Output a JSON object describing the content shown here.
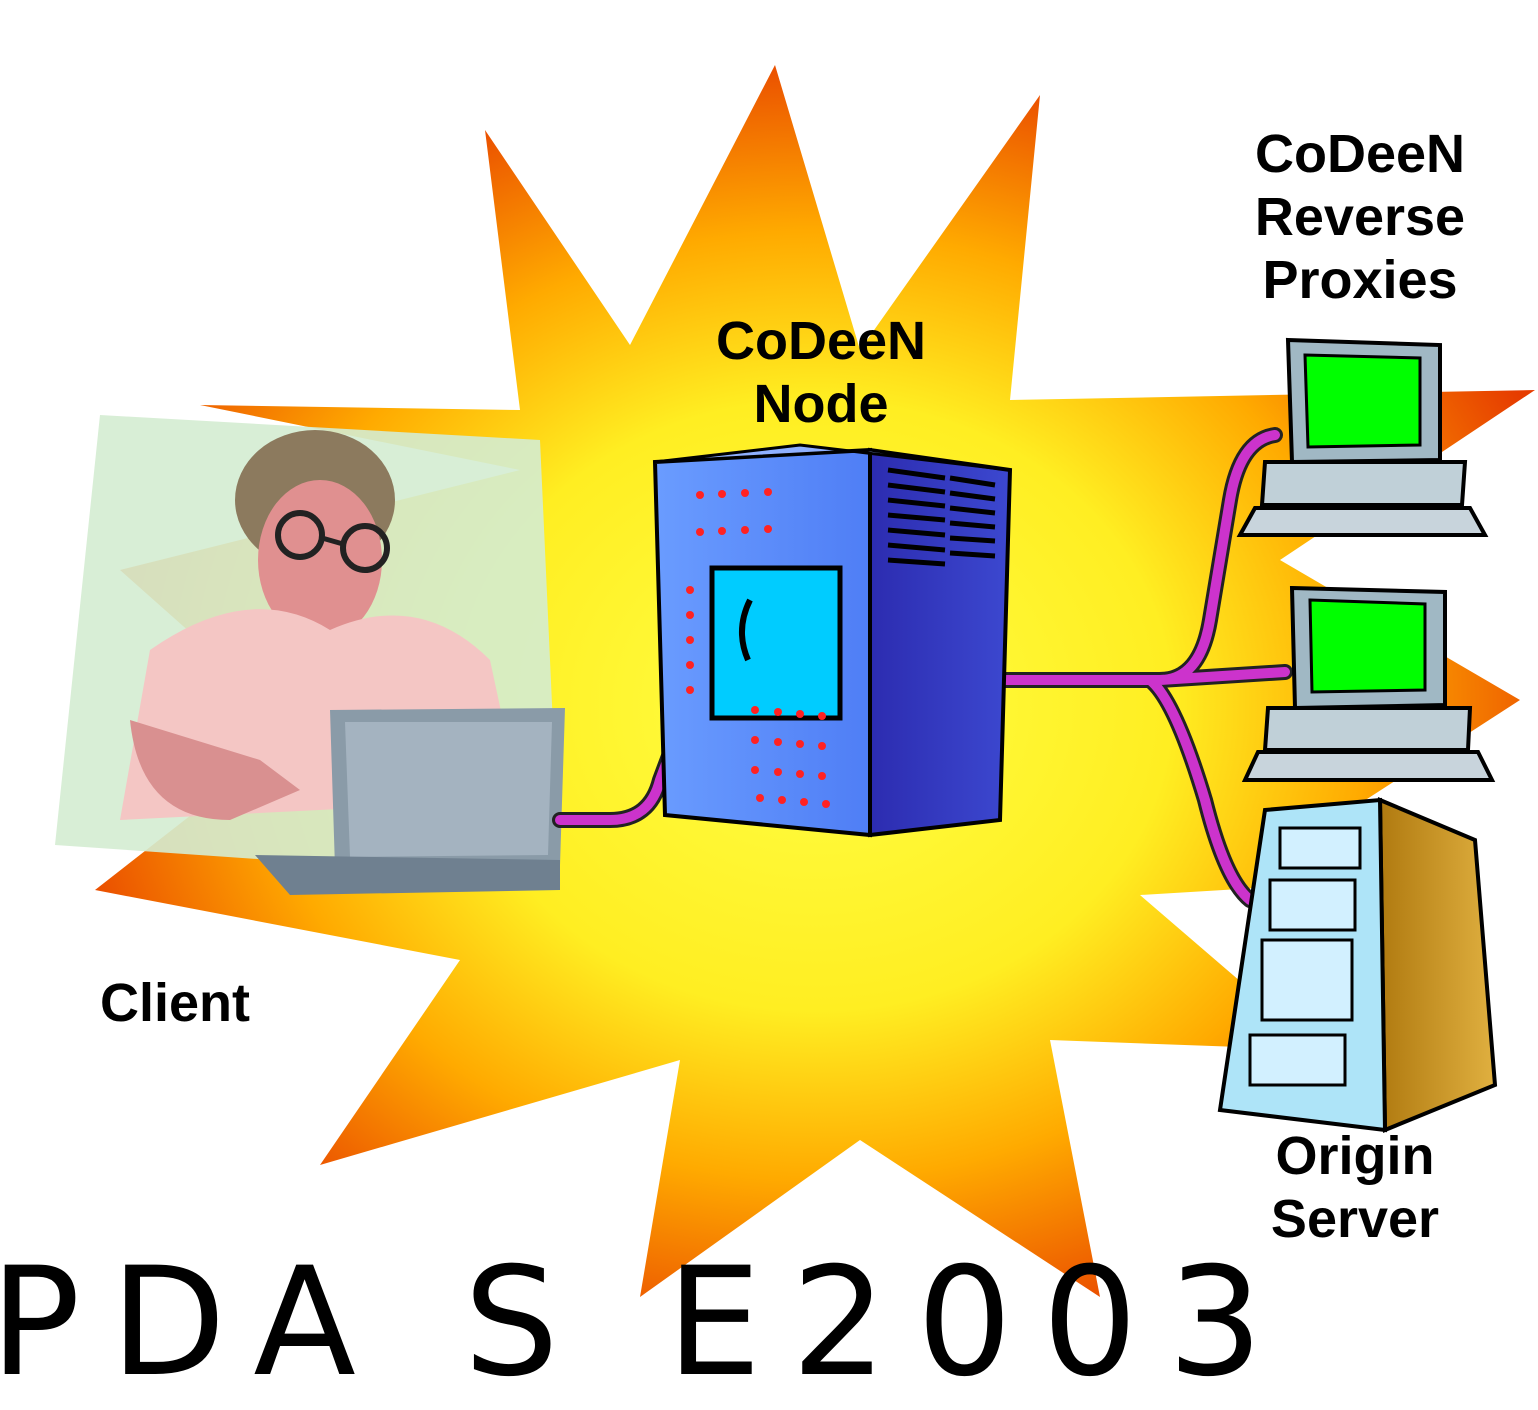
{
  "labels": {
    "node": [
      "CoDeeN",
      "Node"
    ],
    "reverse": [
      "CoDeeN",
      "Reverse",
      "Proxies"
    ],
    "client": "Client",
    "origin": [
      "Origin",
      "Server"
    ]
  },
  "footer_partial_text": "PDA S        E2003",
  "colors": {
    "starburst_outer": "#e84c00",
    "starburst_mid": "#f7a000",
    "starburst_inner": "#ffff33",
    "cable": "#cc33cc",
    "node_body": "#5a8cff",
    "screen": "#00ff00",
    "server_body": "#d49a20"
  }
}
